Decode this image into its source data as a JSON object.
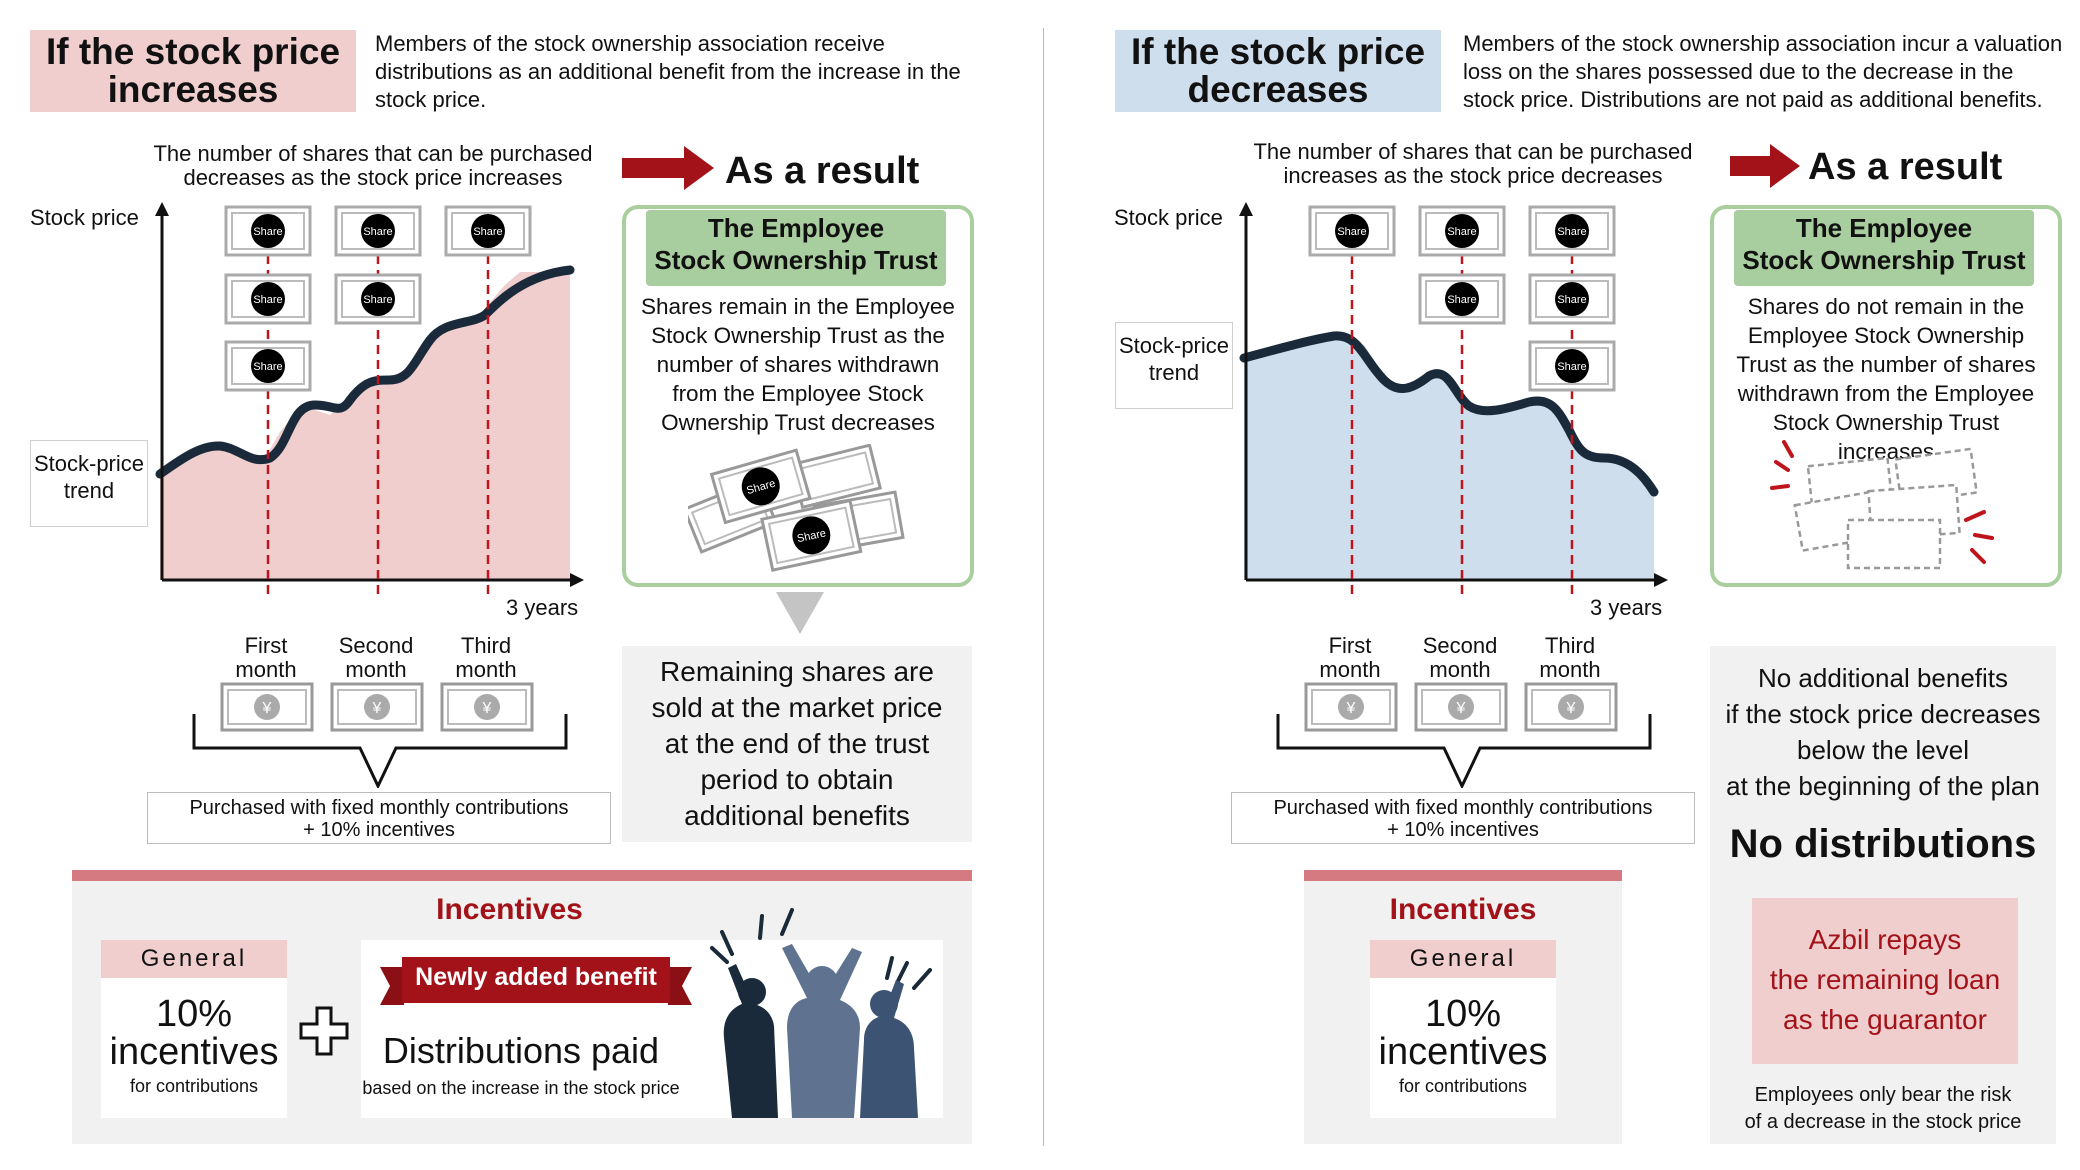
{
  "left": {
    "title": "If the stock price\nincreases",
    "description": "Members of the stock ownership association receive distributions as an additional benefit from the increase in the stock price.",
    "shares_note": "The number of shares that can be purchased decreases as the stock price increases",
    "as_a_result": "As a result",
    "y_axis_label": "Stock price",
    "trend_label": "Stock-price\ntrend",
    "x_end_label": "3 years",
    "months": [
      "First\nmonth",
      "Second\nmonth",
      "Third\nmonth"
    ],
    "purchase_note": "Purchased with fixed monthly contributions\n+ 10% incentives",
    "trust_heading": "The Employee\nStock Ownership Trust",
    "trust_text": "Shares remain in the Employee Stock Ownership Trust as the number of shares withdrawn from the Employee Stock Ownership Trust decreases",
    "result_text": "Remaining shares are sold at the market price at the end of the trust period to obtain additional benefits",
    "incentives_title": "Incentives",
    "general_tag": "General",
    "general_big": "10%\nincentives",
    "general_small": "for contributions",
    "new_benefit_banner": "Newly added benefit",
    "distributions_big": "Distributions paid",
    "distributions_small": "based on the increase in the stock price"
  },
  "right": {
    "title": "If the stock price\ndecreases",
    "description": "Members of the stock ownership association incur a valuation loss on the shares possessed due to the decrease in the stock price. Distributions are not paid as additional benefits.",
    "shares_note": "The number of shares that can be purchased increases as the stock price decreases",
    "as_a_result": "As a result",
    "y_axis_label": "Stock price",
    "trend_label": "Stock-price\ntrend",
    "x_end_label": "3 years",
    "months": [
      "First\nmonth",
      "Second\nmonth",
      "Third\nmonth"
    ],
    "purchase_note": "Purchased with fixed monthly contributions\n+ 10% incentives",
    "trust_heading": "The Employee\nStock Ownership Trust",
    "trust_text": "Shares do not remain in the Employee Stock Ownership Trust as the number of shares withdrawn from the Employee Stock Ownership Trust increases",
    "no_benefits_text": "No additional benefits\nif the stock price decreases\nbelow the level\nat the beginning of the plan",
    "no_distributions": "No distributions",
    "azbil_text": "Azbil repays\nthe remaining loan\nas the guarantor",
    "risk_note": "Employees only bear the risk\nof a decrease in the stock price",
    "incentives_title": "Incentives",
    "general_tag": "General",
    "general_big": "10%\nincentives",
    "general_small": "for contributions"
  },
  "icons": {
    "share_label": "Share",
    "yen_symbol": "¥"
  },
  "colors": {
    "pink": "#f0cece",
    "blue": "#cfdeed",
    "dark_red": "#a31219",
    "green": "#a8cd9e",
    "navy": "#1b2a3a"
  }
}
